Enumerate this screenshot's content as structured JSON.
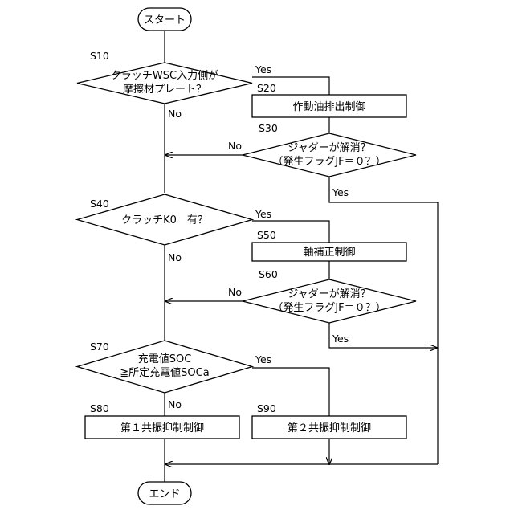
{
  "start": "スタート",
  "end": "エンド",
  "yes": "Yes",
  "no": "No",
  "steps": {
    "s10": {
      "id": "S10",
      "line1": "クラッチWSC入力側が",
      "line2": "摩擦材プレート？"
    },
    "s20": {
      "id": "S20",
      "text": "作動油排出制御"
    },
    "s30": {
      "id": "S30",
      "line1": "ジャダーが解消？",
      "line2": "（発生フラグJF＝０？）"
    },
    "s40": {
      "id": "S40",
      "text": "クラッチK0　有？"
    },
    "s50": {
      "id": "S50",
      "text": "軸補正制御"
    },
    "s60": {
      "id": "S60",
      "line1": "ジャダーが解消？",
      "line2": "（発生フラグJF＝０？）"
    },
    "s70": {
      "id": "S70",
      "line1": "充電値SOC",
      "line2": "≧所定充電値SOCa"
    },
    "s80": {
      "id": "S80",
      "text": "第１共振抑制制御"
    },
    "s90": {
      "id": "S90",
      "text": "第２共振抑制制御"
    }
  }
}
